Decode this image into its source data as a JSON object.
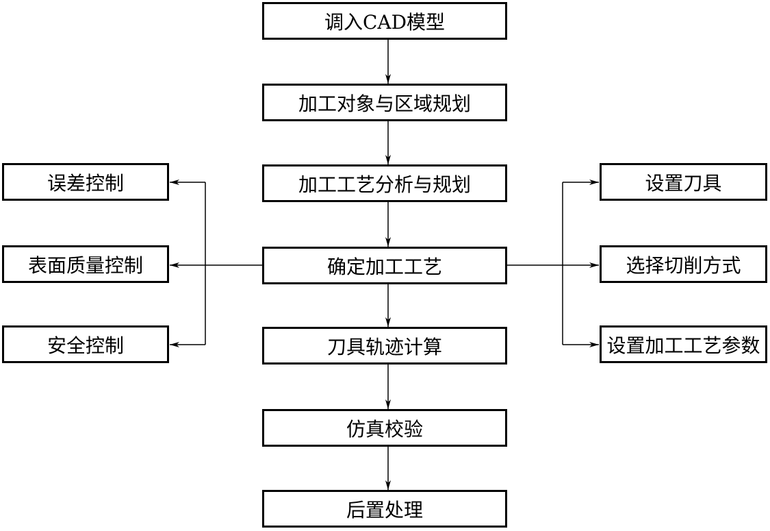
{
  "flow": {
    "steps": [
      "调入CAD模型",
      "加工对象与区域规划",
      "加工工艺分析与规划",
      "确定加工工艺",
      "刀具轨迹计算",
      "仿真校验",
      "后置处理"
    ],
    "left_branches": [
      "误差控制",
      "表面质量控制",
      "安全控制"
    ],
    "right_branches": [
      "设置刀具",
      "选择切削方式",
      "设置加工工艺参数"
    ]
  }
}
